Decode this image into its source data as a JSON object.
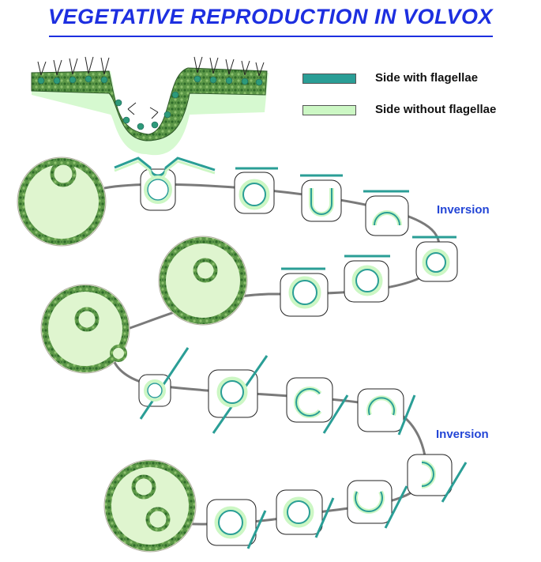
{
  "title": "VEGETATIVE REPRODUCTION IN VOLVOX",
  "legend": [
    {
      "label": "Side with flagellae",
      "color": "#2a9e96"
    },
    {
      "label": "Side without flagellae",
      "color": "#ccf7c4"
    }
  ],
  "annotations": {
    "inversion_1": "Inversion",
    "inversion_2": "Inversion"
  },
  "colors": {
    "title": "#1d2fe0",
    "annotation": "#2446d6",
    "colony_fill": "#dff5cf",
    "colony_wall": "#4f8a3e",
    "path": "#7a7a7a"
  }
}
